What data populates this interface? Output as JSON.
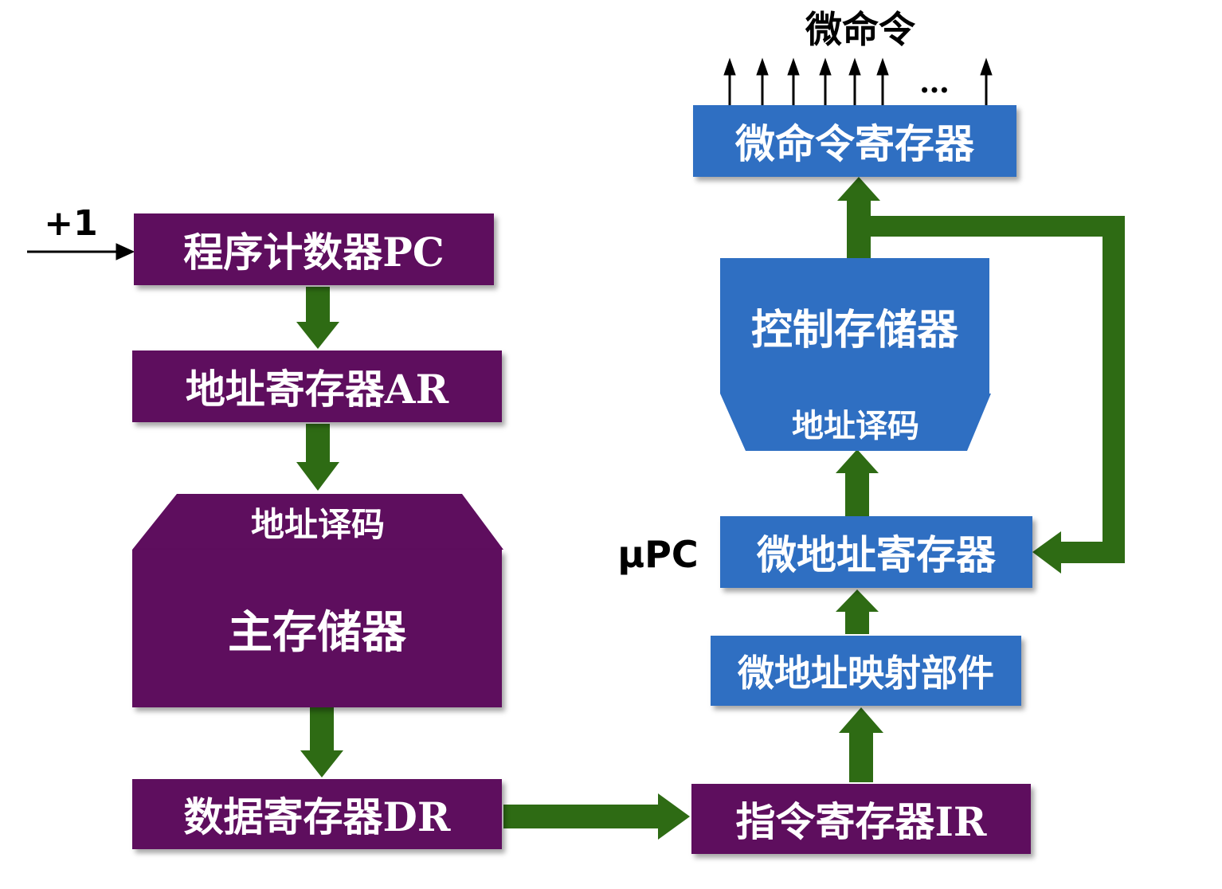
{
  "title_fragment": "",
  "labels": {
    "micro_command": "微命令",
    "plus_one": "+1",
    "upc": "μPC",
    "ellipsis": "…"
  },
  "left": {
    "pc": "程序计数器PC",
    "ar": "地址寄存器AR",
    "decode": "地址译码",
    "memory": "主存储器",
    "dr": "数据寄存器DR"
  },
  "right": {
    "micro_cmd_reg": "微命令寄存器",
    "control_store": "控制存储器",
    "decode": "地址译码",
    "micro_addr_reg": "微地址寄存器",
    "micro_addr_map": "微地址映射部件",
    "ir": "指令寄存器IR"
  },
  "colors": {
    "purple": "#5e0e5e",
    "blue": "#2f6fc2",
    "arrow_green": "#2e6b14",
    "title_blue": "#1f2f8c"
  }
}
